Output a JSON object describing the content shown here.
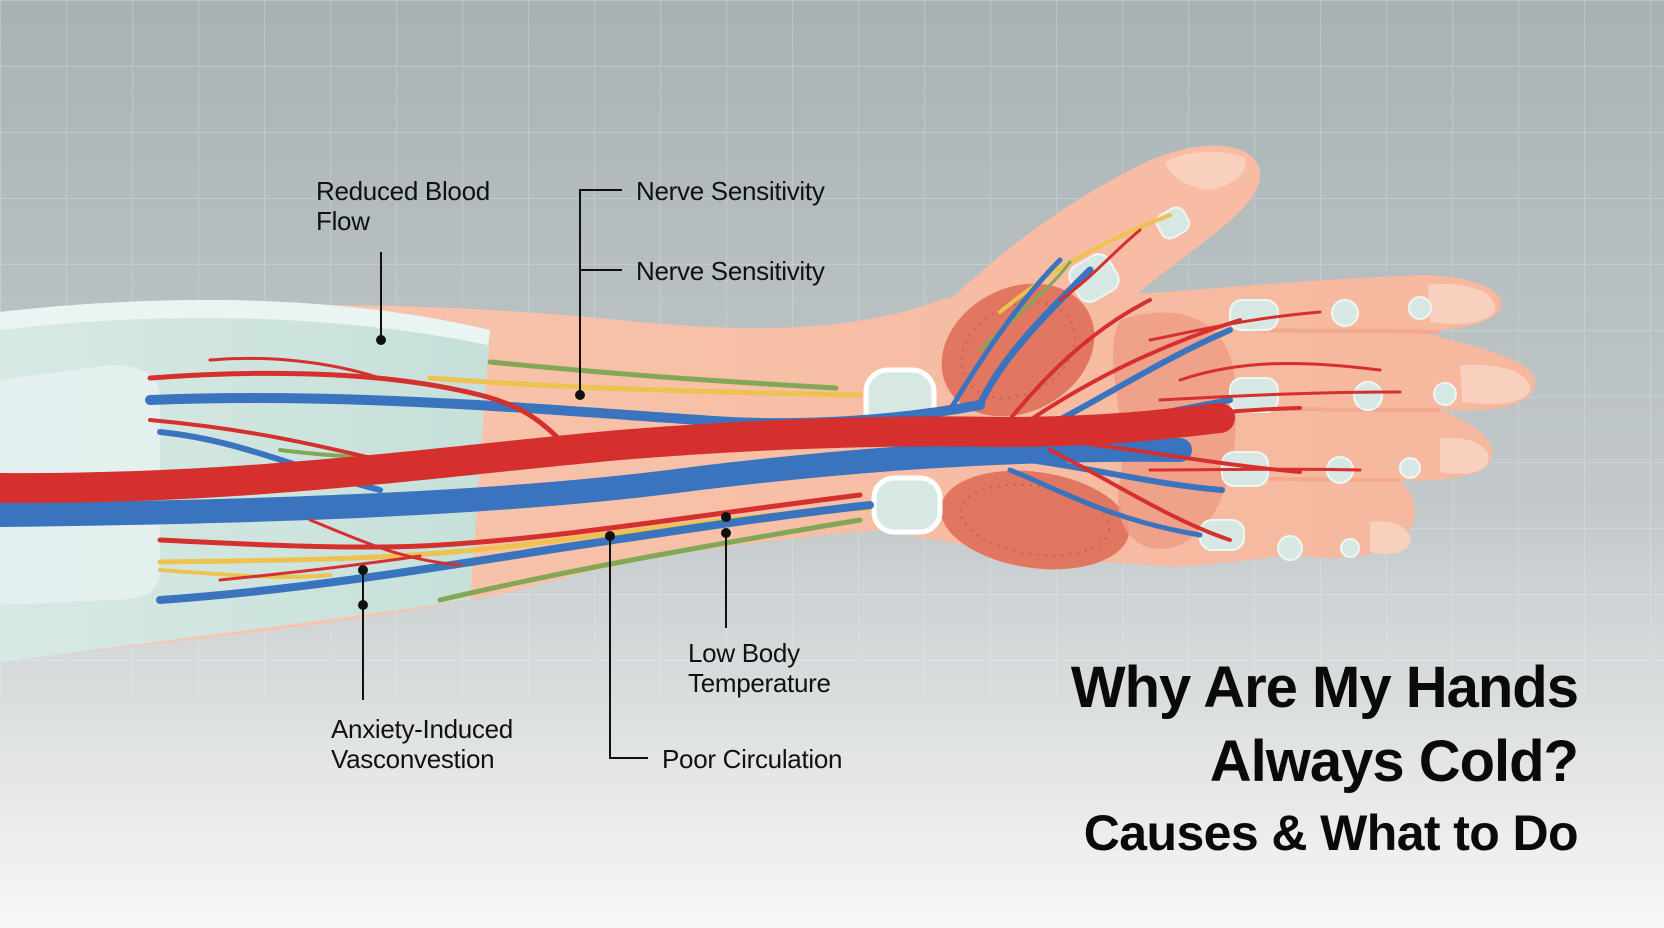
{
  "labels": {
    "reduced_blood_flow_1": "Reduced Blood",
    "reduced_blood_flow_2": "Flow",
    "nerve_sensitivity_a": "Nerve Sensitivity",
    "nerve_sensitivity_b": "Nerve Sensitivity",
    "low_body_temp_1": "Low Body",
    "low_body_temp_2": "Temperature",
    "anxiety_1": "Anxiety-Induced",
    "anxiety_2": "Vasconvestion",
    "poor_circulation": "Poor Circulation"
  },
  "title": {
    "line1": "Why Are My Hands",
    "line2": "Always Cold?",
    "line3": "Causes & What to Do"
  },
  "colors": {
    "background_top": "#a9b3b6",
    "background_bottom": "#f6f6f6",
    "skin": "#f6b9a0",
    "artery": "#d5302e",
    "vein": "#3a74bf",
    "nerve_yellow": "#edc24f",
    "nerve_green": "#82a757",
    "muscle": "#e07860",
    "bone": "#d7e8e4",
    "sleeve": "#cfe6e2"
  }
}
